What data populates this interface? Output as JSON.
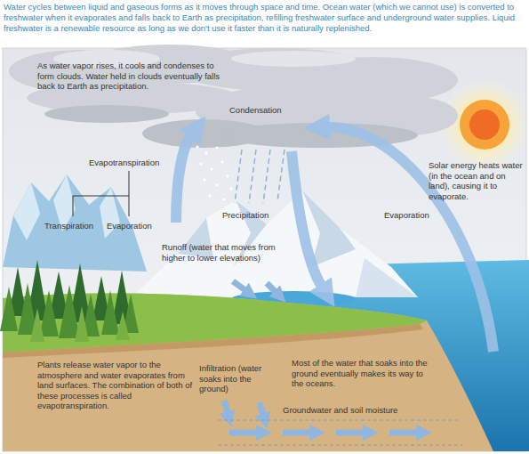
{
  "diagram": {
    "caption": "Water cycles between liquid and gaseous forms as it moves through space and time. Ocean water (which we cannot use) is converted to freshwater when it evaporates and falls back to Earth as precipitation, refilling freshwater surface and underground water supplies. Liquid freshwater is a renewable resource as long as we don't use it faster than it is naturally replenished.",
    "labels": [
      "As water vapor rises, it cools and condenses to form clouds. Water held in clouds eventually falls back to Earth as precipitation.",
      "Condensation",
      "Evapotranspiration",
      "Solar energy heats water (in the ocean and on land), causing it to evaporate.",
      "Transpiration",
      "Evaporation",
      "Precipitation",
      "Evaporation",
      "Runoff (water that moves from higher to lower elevations)",
      "Plants release water vapor to the atmosphere and water evaporates from land surfaces. The combination of both of these processes is called evapotranspiration.",
      "Infiltration (water soaks into the ground)",
      "Most of the water that soaks into the ground eventually makes its way to the oceans.",
      "Groundwater and soil moisture"
    ]
  }
}
